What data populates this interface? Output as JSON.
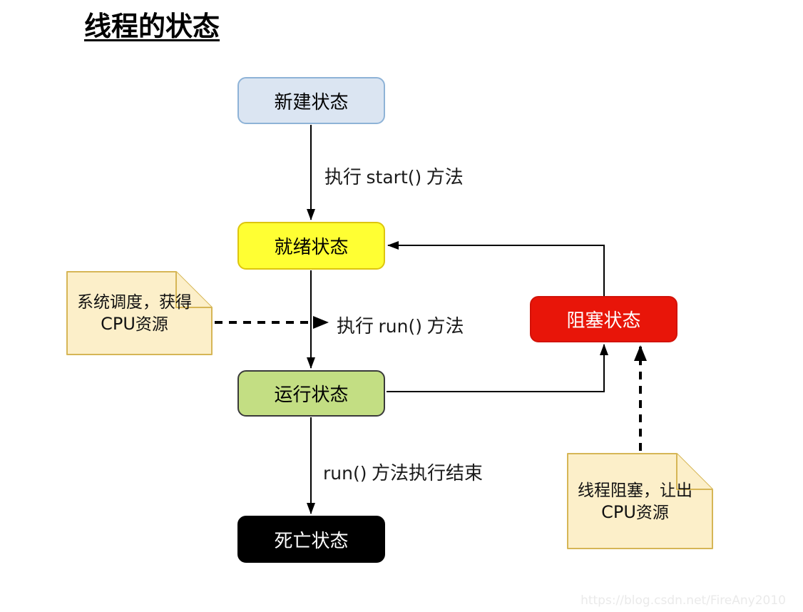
{
  "title": "线程的状态",
  "nodes": {
    "new_state": {
      "label": "新建状态",
      "fill": "#dbe5f2",
      "border": "#8eb3d7"
    },
    "ready_state": {
      "label": "就绪状态",
      "fill": "#ffff33",
      "border": "#ddc50e"
    },
    "running_state": {
      "label": "运行状态",
      "fill": "#c3de83",
      "border": "#3a3a3a"
    },
    "blocked_state": {
      "label": "阻塞状态",
      "fill": "#e81509",
      "text_color": "#ffffff"
    },
    "dead_state": {
      "label": "死亡状态",
      "fill": "#000000",
      "text_color": "#ffffff"
    }
  },
  "edge_labels": {
    "start_method": {
      "pre": "执行 ",
      "code": "start()",
      "post": " 方法"
    },
    "run_method": {
      "pre": "执行 ",
      "code": "run()",
      "post": " 方法"
    },
    "run_end": {
      "pre": "",
      "code": "run()",
      "post": " 方法执行结束"
    }
  },
  "notes": {
    "system_schedule": {
      "line1": "系统调度，获得",
      "line2_latin": "CPU",
      "line2_cjk": "资源"
    },
    "thread_blocked": {
      "line1": "线程阻塞，让出",
      "line2_latin": "CPU",
      "line2_cjk": "资源"
    },
    "style": {
      "fill": "#fcefc9",
      "border": "#d6b656"
    }
  },
  "watermark": "https://blog.csdn.net/FireAny2010"
}
